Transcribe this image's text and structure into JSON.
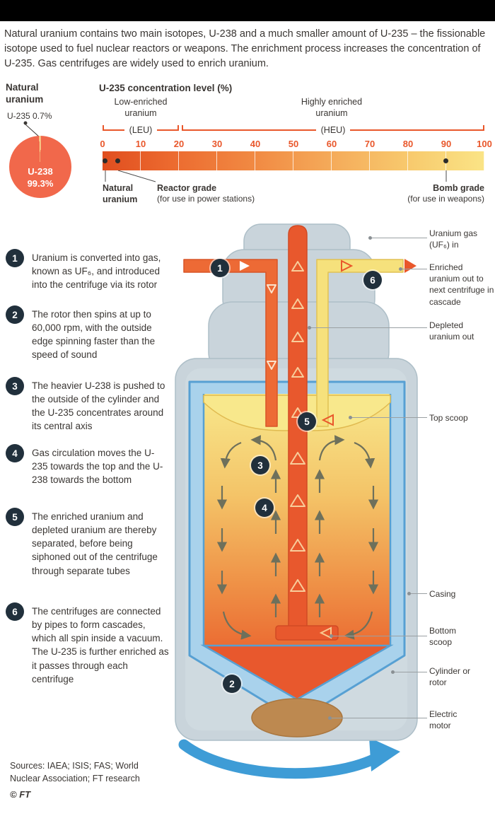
{
  "intro": "Natural uranium contains two main isotopes, U-238 and a much smaller amount of U-235 – the fissionable isotope used to fuel nuclear reactors or weapons. The enrichment process increases the concentration of U-235. Gas centrifuges are widely used to enrich uranium.",
  "pie": {
    "title": "Natural uranium",
    "callout": "U-235 0.7%",
    "center_label": "U-238",
    "center_value": "99.3%",
    "u238_share": "99.3",
    "u235_share": "0.7"
  },
  "scale": {
    "title": "U-235 concentration level (%)",
    "leu_name": "Low-enriched uranium",
    "leu_abbr": "(LEU)",
    "heu_name": "Highly enriched uranium",
    "heu_abbr": "(HEU)",
    "ticks": [
      "0",
      "10",
      "20",
      "30",
      "40",
      "50",
      "60",
      "70",
      "80",
      "90",
      "100"
    ],
    "markers": {
      "natural": {
        "label": "Natural uranium"
      },
      "reactor": {
        "label": "Reactor grade",
        "sub": "(for use in power stations)"
      },
      "bomb": {
        "label": "Bomb grade",
        "sub": "(for use in weapons)"
      }
    }
  },
  "steps": [
    {
      "num": "1",
      "text": "Uranium is converted into gas, known as UF₆, and introduced into the centrifuge via its rotor"
    },
    {
      "num": "2",
      "text": "The rotor then spins at up to 60,000 rpm, with the outside edge spinning faster than the speed of sound"
    },
    {
      "num": "3",
      "text": "The heavier U-238 is pushed to the outside of the cylinder and the U-235 concentrates around its central axis"
    },
    {
      "num": "4",
      "text": "Gas circulation moves the U-235 towards the top and the U-238 towards the bottom"
    },
    {
      "num": "5",
      "text": "The enriched uranium and depleted uranium are thereby separated, before being siphoned out of the centrifuge through separate tubes"
    },
    {
      "num": "6",
      "text": "The centrifuges are connected by pipes to form cascades, which all spin inside a vacuum. The U-235 is further enriched as it passes through each centrifuge"
    }
  ],
  "diagram": {
    "labels": {
      "uranium_gas": "Uranium gas (UF₆) in",
      "enriched": "Enriched uranium out to next centrifuge in cascade",
      "depleted": "Depleted uranium out",
      "top_scoop": "Top scoop",
      "casing": "Casing",
      "bottom_scoop": "Bottom scoop",
      "cylinder": "Cylinder or rotor",
      "motor": "Electric motor"
    }
  },
  "footer": {
    "sources": "Sources: IAEA; ISIS; FAS; World Nuclear Association; FT research",
    "credit": "© FT"
  },
  "colors": {
    "orange": "#E9572B",
    "yellow": "#F6E17C",
    "blue": "#57A0D3",
    "salmon": "#F1684B",
    "casing_gray": "#C9D4DB"
  }
}
